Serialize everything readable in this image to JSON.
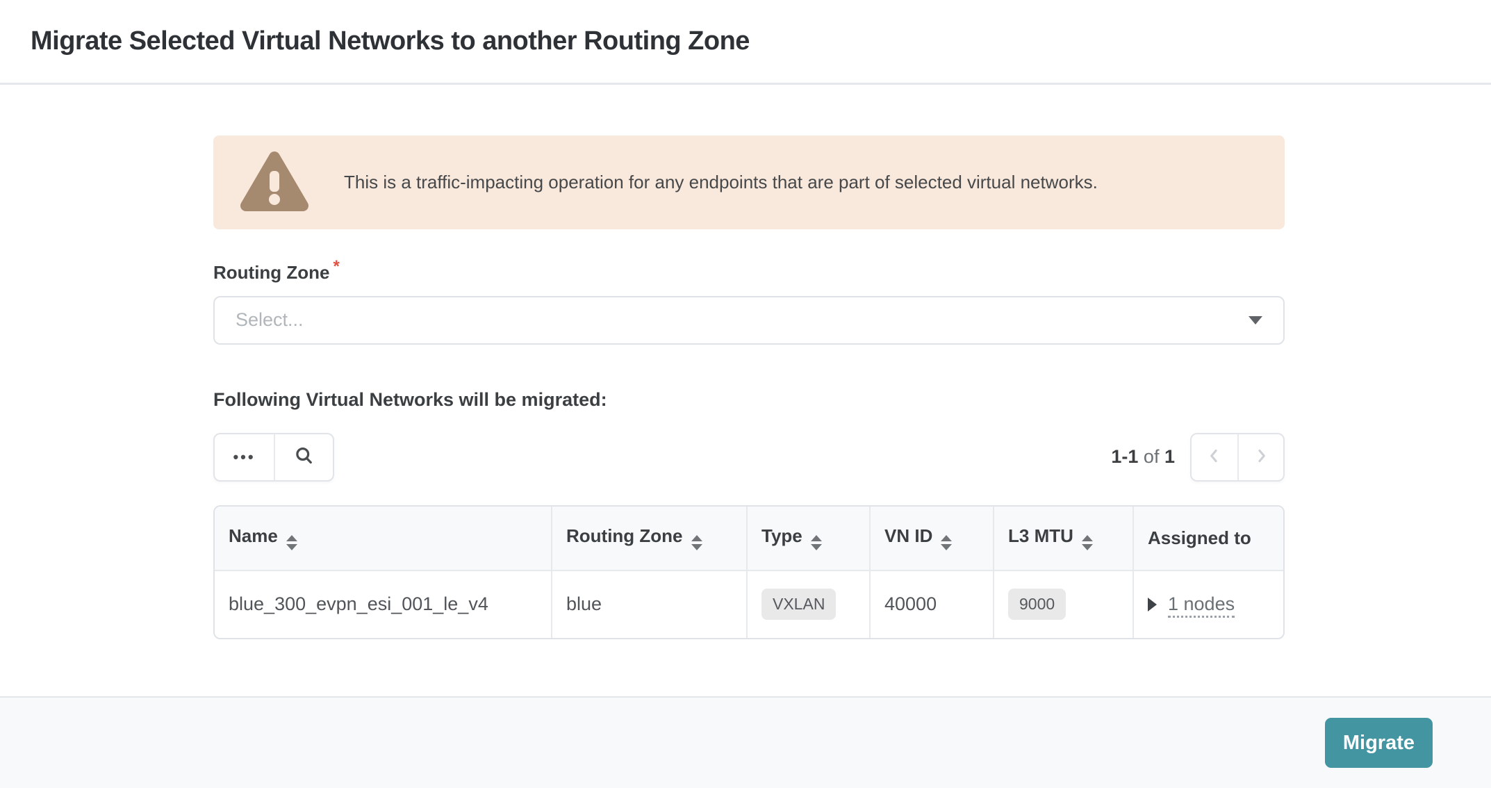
{
  "header": {
    "title": "Migrate Selected Virtual Networks to another Routing Zone"
  },
  "warning": {
    "text": "This is a traffic-impacting operation for any endpoints that are part of selected virtual networks."
  },
  "form": {
    "routing_zone": {
      "label": "Routing Zone",
      "required_marker": "*",
      "placeholder": "Select...",
      "value": ""
    }
  },
  "table_section": {
    "heading": "Following Virtual Networks will be migrated:",
    "toolbar": {
      "more_label": "•••"
    },
    "pagination": {
      "range": "1-1",
      "of_label": "of",
      "total": "1"
    },
    "table": {
      "columns": [
        {
          "label": "Name",
          "sortable": true
        },
        {
          "label": "Routing Zone",
          "sortable": true
        },
        {
          "label": "Type",
          "sortable": true
        },
        {
          "label": "VN ID",
          "sortable": true
        },
        {
          "label": "L3 MTU",
          "sortable": true
        },
        {
          "label": "Assigned to",
          "sortable": false
        }
      ],
      "rows": [
        {
          "name": "blue_300_evpn_esi_001_le_v4",
          "routing_zone": "blue",
          "type": "VXLAN",
          "vn_id": "40000",
          "l3_mtu": "9000",
          "assigned_to": "1 nodes"
        }
      ]
    }
  },
  "footer": {
    "migrate_label": "Migrate"
  },
  "colors": {
    "accent_teal": "#4295a1",
    "warning_bg": "#f9e8dc",
    "warning_icon": "#a68a70",
    "required_red": "#e0523f"
  }
}
